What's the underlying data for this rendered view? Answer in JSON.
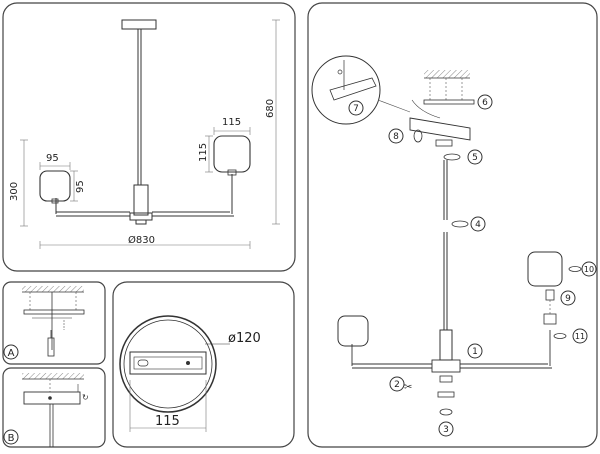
{
  "dimensions": {
    "shade_width_right": "115",
    "shade_height_right": "115",
    "total_height": "680",
    "shade_width_left": "95",
    "shade_height_left": "95",
    "arm_drop": "300",
    "span": "Ø830",
    "canopy_diameter": "ø120",
    "bracket_length": "115"
  },
  "panel_labels": [
    "A",
    "B"
  ],
  "steps": [
    "1",
    "2",
    "3",
    "4",
    "5",
    "6",
    "7",
    "8",
    "9",
    "10",
    "11"
  ],
  "colors": {
    "line": "#333333",
    "frame": "#444444",
    "dim": "#777777",
    "hatch": "#888888"
  }
}
